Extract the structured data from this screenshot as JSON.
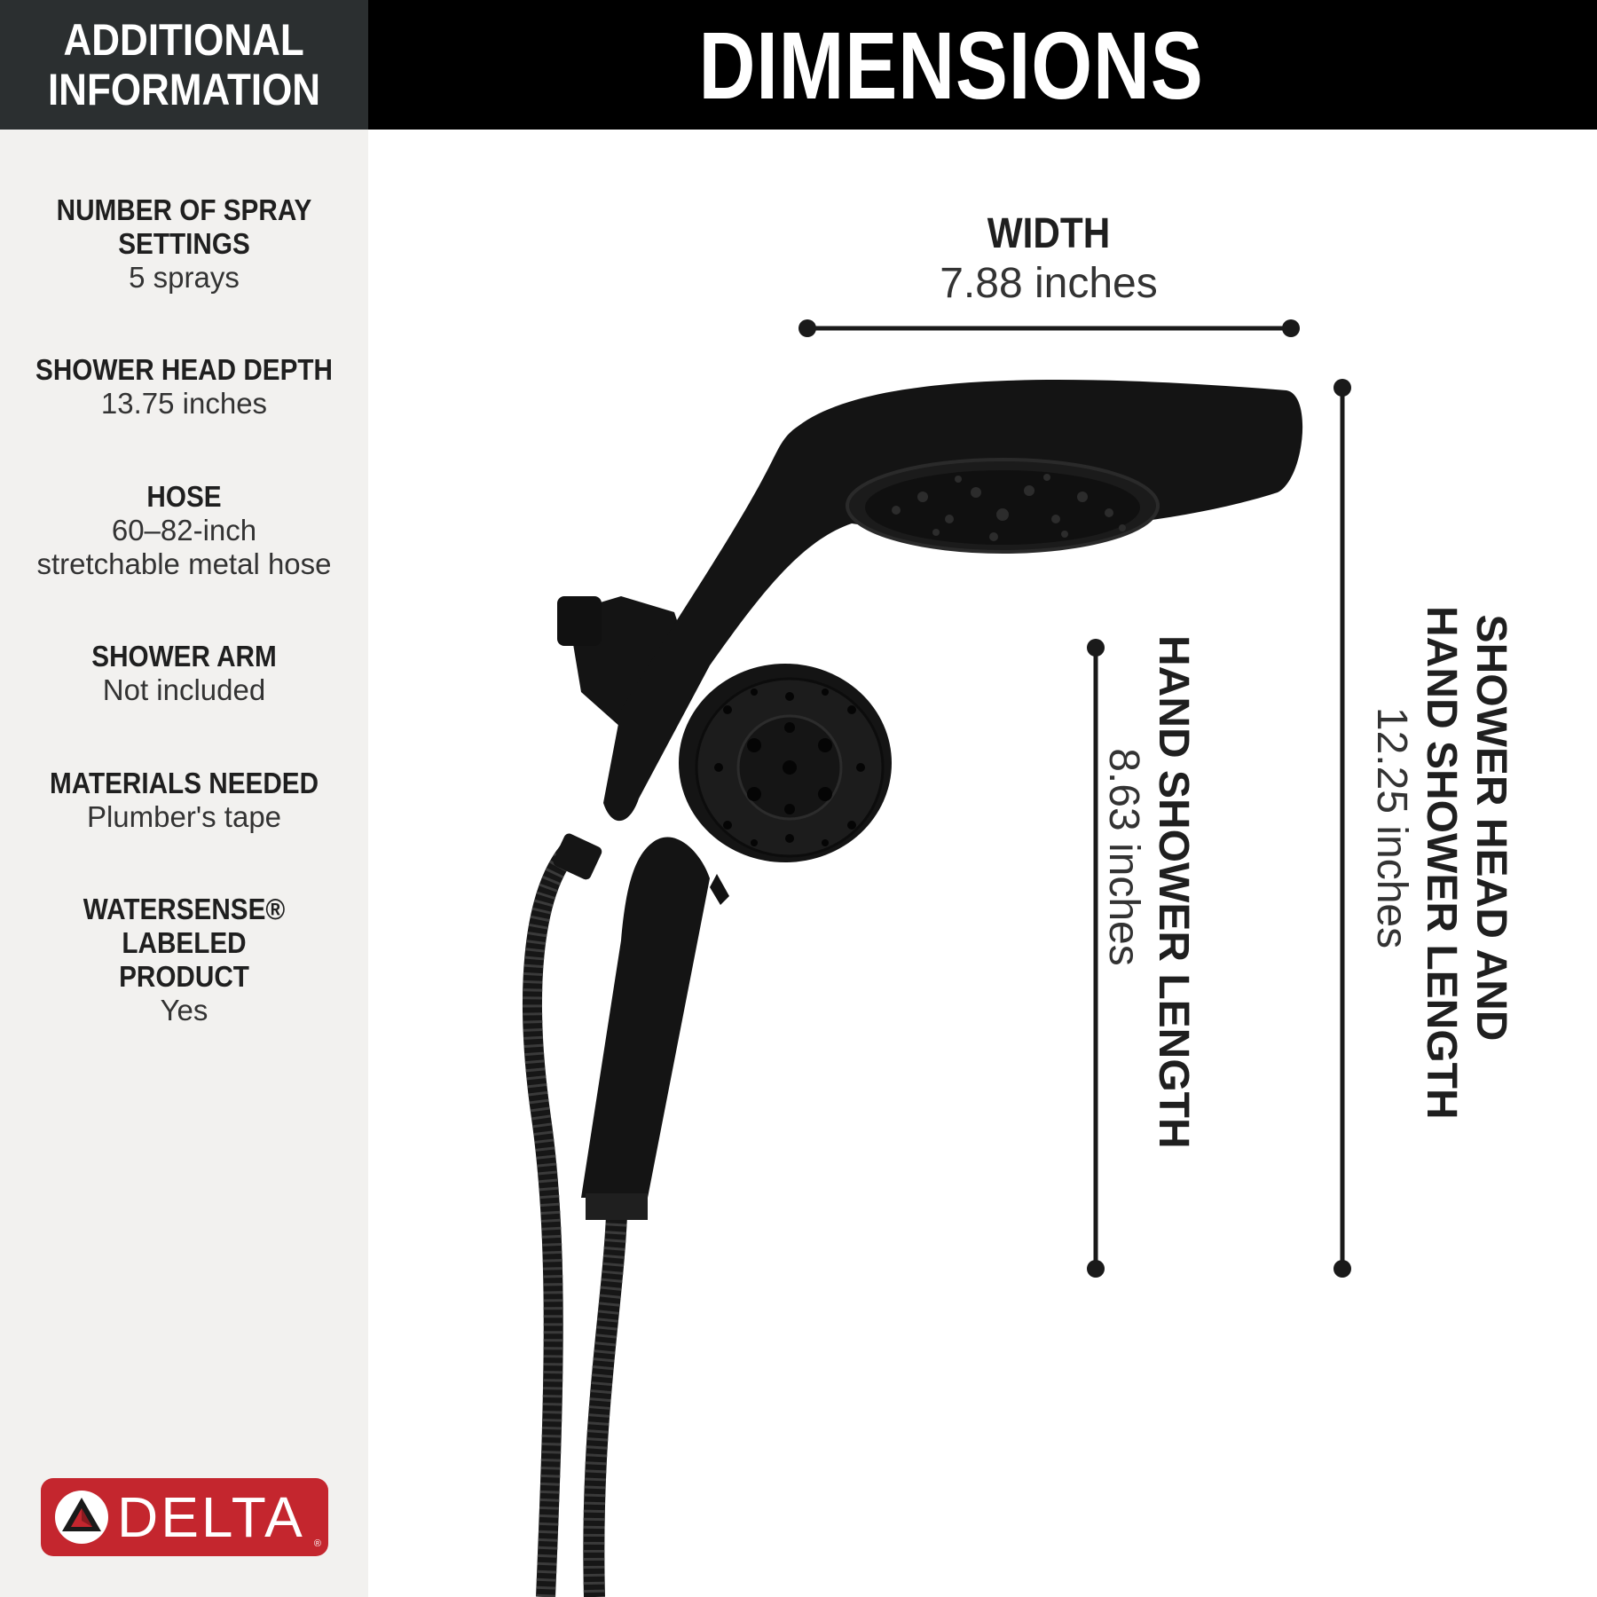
{
  "header": {
    "left_line1": "ADDITIONAL",
    "left_line2": "INFORMATION",
    "title": "DIMENSIONS"
  },
  "info": [
    {
      "title_line1": "NUMBER OF SPRAY",
      "title_line2": "SETTINGS",
      "value_line1": "5 sprays",
      "value_line2": ""
    },
    {
      "title_line1": "SHOWER HEAD DEPTH",
      "title_line2": "",
      "value_line1": "13.75 inches",
      "value_line2": ""
    },
    {
      "title_line1": "HOSE",
      "title_line2": "",
      "value_line1": "60–82-inch",
      "value_line2": "stretchable metal hose"
    },
    {
      "title_line1": "SHOWER ARM",
      "title_line2": "",
      "value_line1": "Not included",
      "value_line2": ""
    },
    {
      "title_line1": "MATERIALS NEEDED",
      "title_line2": "",
      "value_line1": "Plumber's tape",
      "value_line2": ""
    },
    {
      "title_line1": "WATERSENSE® LABELED",
      "title_line2": "PRODUCT",
      "value_line1": "Yes",
      "value_line2": ""
    }
  ],
  "dimensions": {
    "width": {
      "label": "WIDTH",
      "value": "7.88 inches"
    },
    "hand_length": {
      "label": "HAND SHOWER LENGTH",
      "value": "8.63 inches"
    },
    "total_length": {
      "label_line1": "SHOWER HEAD AND",
      "label_line2": "HAND SHOWER LENGTH",
      "value": "12.25 inches"
    }
  },
  "brand": {
    "name": "DELTA",
    "registered": "®",
    "color": "#c4262e"
  },
  "colors": {
    "left_panel_bg": "#f2f1ef",
    "left_header_bg": "#2b2f30",
    "top_bar_bg": "#000000",
    "product": "#141414"
  }
}
